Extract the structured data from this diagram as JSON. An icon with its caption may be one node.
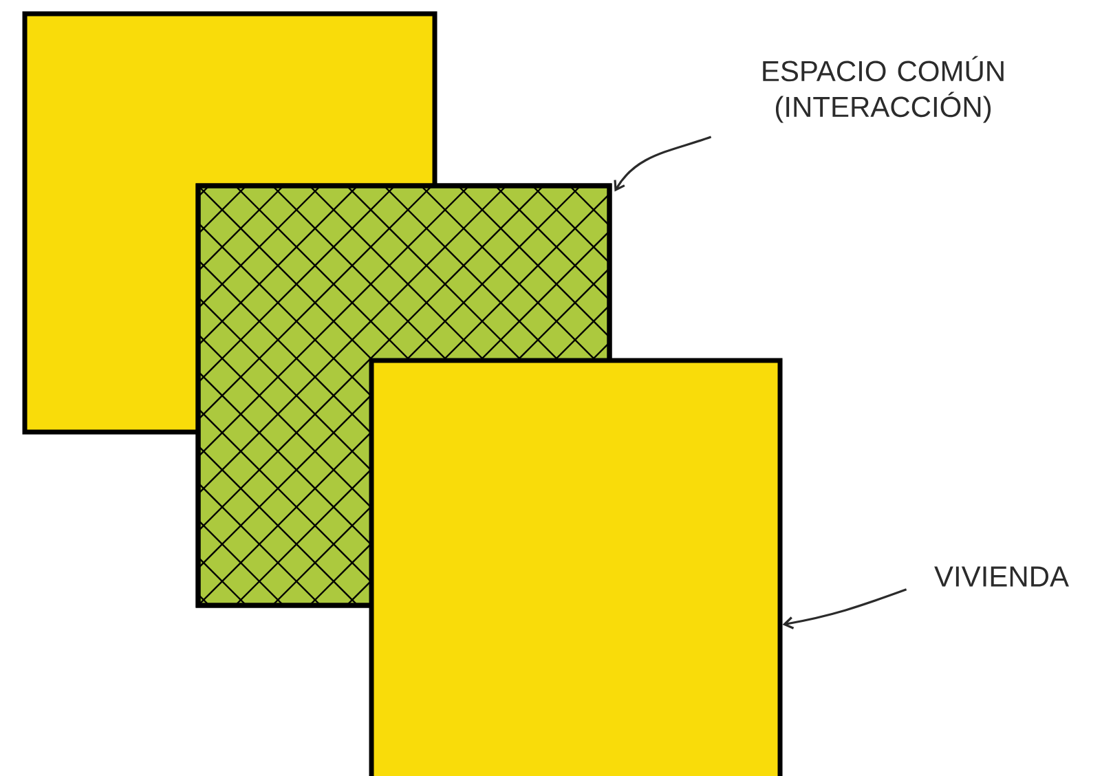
{
  "diagram": {
    "nodes": [
      {
        "text": [],
        "shape": "box"
      },
      {
        "text": [],
        "shape": "box"
      },
      {
        "text": [],
        "shape": "box"
      },
      {
        "text": [
          "ESPACIO COMÚN (INTERACCIÓN)"
        ]
      },
      {
        "text": [
          "VIVIENDA"
        ]
      }
    ],
    "edges": [
      {
        "from": 3,
        "to": 1,
        "arrow": "to"
      },
      {
        "from": 4,
        "to": 2,
        "arrow": "to"
      }
    ]
  }
}
